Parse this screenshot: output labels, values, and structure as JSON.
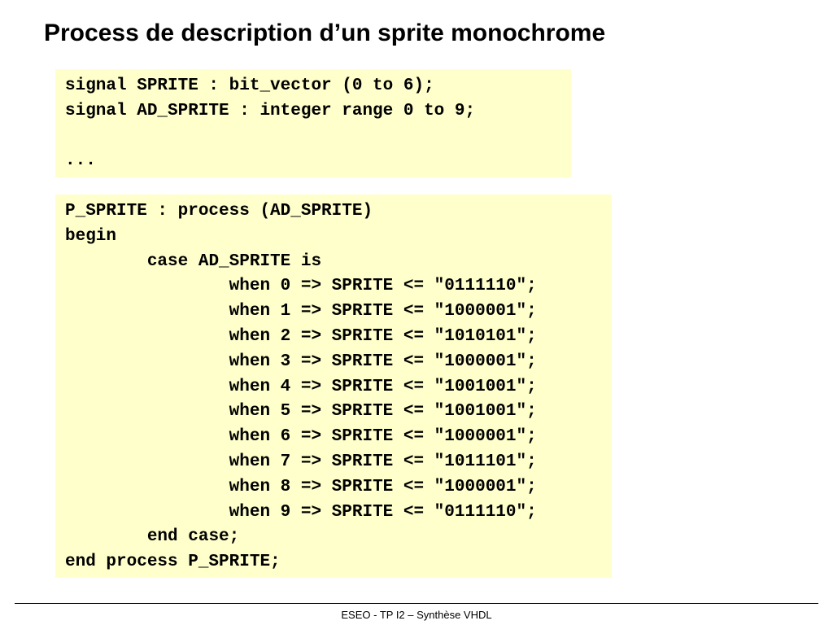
{
  "slide": {
    "title": "Process de description d’un sprite monochrome",
    "declarations": [
      "signal SPRITE : bit_vector (0 to 6);",
      "signal AD_SPRITE : integer range 0 to 9;",
      "",
      "..."
    ],
    "process_code": [
      "P_SPRITE : process (AD_SPRITE)",
      "begin",
      "\tcase AD_SPRITE is",
      "\t\twhen 0 => SPRITE <= \"0111110\";",
      "\t\twhen 1 => SPRITE <= \"1000001\";",
      "\t\twhen 2 => SPRITE <= \"1010101\";",
      "\t\twhen 3 => SPRITE <= \"1000001\";",
      "\t\twhen 4 => SPRITE <= \"1001001\";",
      "\t\twhen 5 => SPRITE <= \"1001001\";",
      "\t\twhen 6 => SPRITE <= \"1000001\";",
      "\t\twhen 7 => SPRITE <= \"1011101\";",
      "\t\twhen 8 => SPRITE <= \"1000001\";",
      "\t\twhen 9 => SPRITE <= \"0111110\";",
      "\tend case;",
      "end process P_SPRITE;"
    ],
    "footer": "ESEO - TP I2 – Synthèse VHDL",
    "colors": {
      "code_background": "#ffffcc",
      "text": "#000000"
    }
  }
}
